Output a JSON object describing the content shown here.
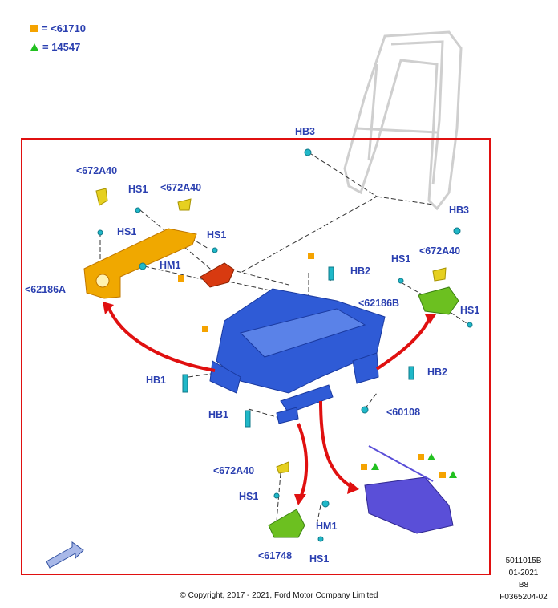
{
  "legend": [
    {
      "symbol": "orange-square",
      "text": "= <61710"
    },
    {
      "symbol": "green-triangle",
      "text": "= 14547"
    }
  ],
  "labels": {
    "hb3_top": "HB3",
    "hb3_right": "HB3",
    "p672a40_left": "<672A40",
    "hs1_a": "HS1",
    "p672a40_mid": "<672A40",
    "hs1_b": "HS1",
    "hs1_c": "HS1",
    "hm1_top": "HM1",
    "p62186a": "<62186A",
    "hb2_top": "HB2",
    "hs1_right": "HS1",
    "p672a40_right": "<672A40",
    "p62186b": "<62186B",
    "hs1_right2": "HS1",
    "hb1_left": "HB1",
    "hb2_right": "HB2",
    "hb1_bottom": "HB1",
    "p60108": "<60108",
    "p672a40_bottom": "<672A40",
    "hs1_bottom": "HS1",
    "hm1_bottom": "HM1",
    "p61748": "<61748",
    "hs1_bottom2": "HS1"
  },
  "footer": {
    "code1": "5011015B",
    "code2": "01-2021",
    "code3": "B8",
    "code4": "F0365204-02",
    "copyright": "© Copyright, 2017 - 2021, Ford Motor Company Limited"
  },
  "colors": {
    "frame": "#e01010",
    "label": "#2a3fb0",
    "seat_frame": "#2f5bd6",
    "track": "#5a4fd8",
    "bracket_orange": "#f0a800",
    "bracket_yellow": "#e6d020",
    "bracket_green": "#6cc020",
    "bracket_red": "#d83a10",
    "fastener": "#20b8c8",
    "arrow": "#e01010"
  }
}
